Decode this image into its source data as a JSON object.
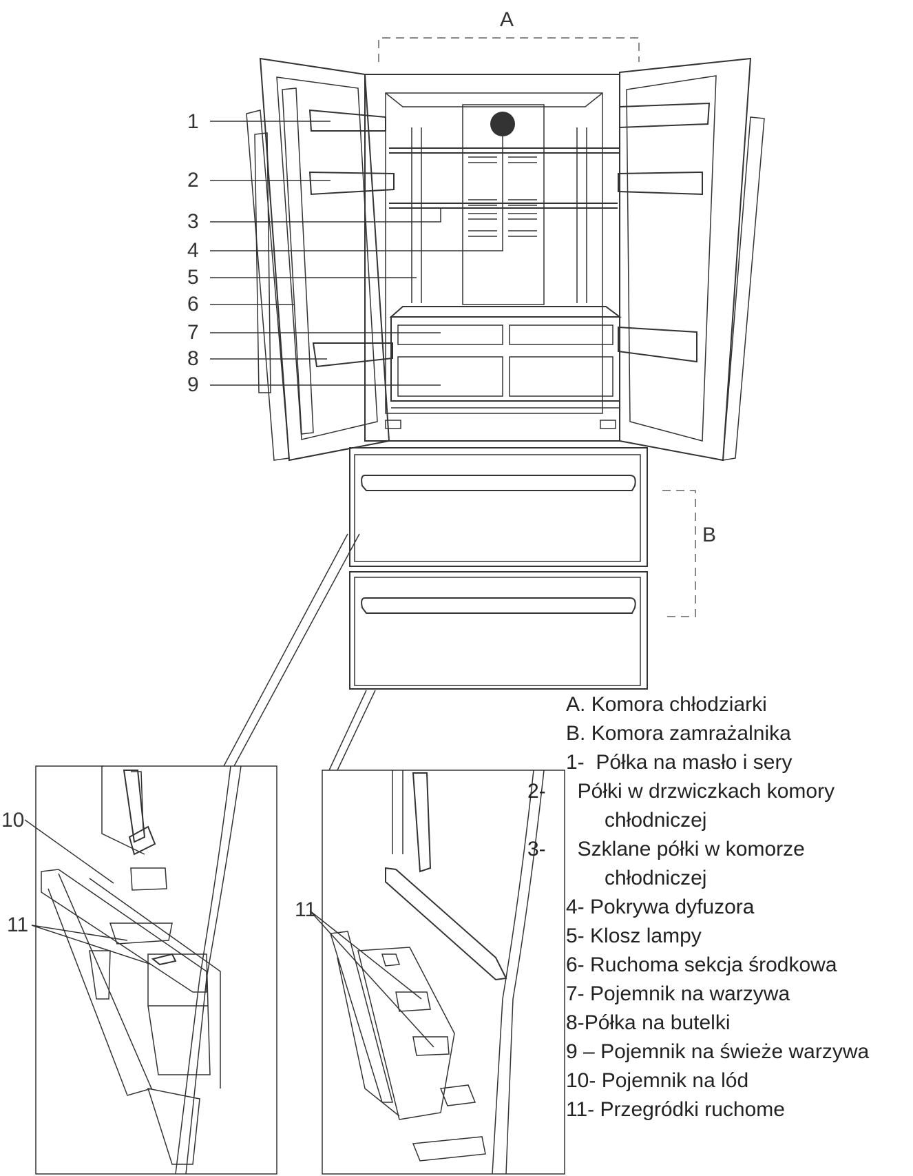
{
  "callouts": {
    "A": "A",
    "B": "B",
    "n1": "1",
    "n2": "2",
    "n3": "3",
    "n4": "4",
    "n5": "5",
    "n6": "6",
    "n7": "7",
    "n8": "8",
    "n9": "9",
    "n10": "10",
    "n11_left": "11",
    "n11_right": "11"
  },
  "legend": [
    {
      "key": "A.",
      "text": "Komora chłodziarki"
    },
    {
      "key": "B.",
      "text": "Komora zamrażalnika"
    },
    {
      "key": "1-",
      "text": "Półka na masło i sery"
    },
    {
      "key": "2-",
      "text": "Półki w drzwiczkach komory chłodniczej"
    },
    {
      "key": "3-",
      "text": "Szklane półki w komorze chłodniczej"
    },
    {
      "key": "4-",
      "text": "Pokrywa dyfuzora"
    },
    {
      "key": "5-",
      "text": "Klosz lampy"
    },
    {
      "key": "6-",
      "text": "Ruchoma sekcja środkowa"
    },
    {
      "key": "7-",
      "text": "Pojemnik na warzywa"
    },
    {
      "key": "8-",
      "text": "Półka na butelki"
    },
    {
      "key": "9 –",
      "text": "Pojemnik na świeże warzywa"
    },
    {
      "key": "10-",
      "text": "Pojemnik na lód"
    },
    {
      "key": "11-",
      "text": "Przegródki ruchome"
    }
  ]
}
